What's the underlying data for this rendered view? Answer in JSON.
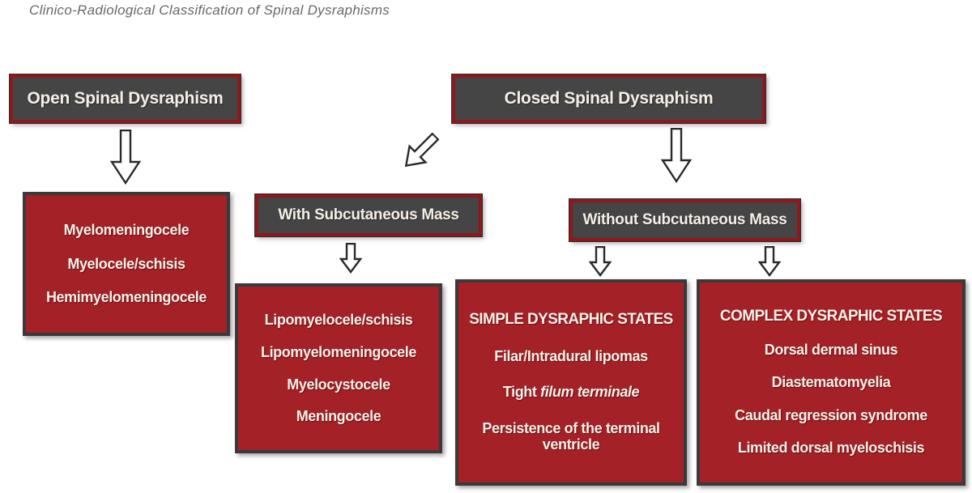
{
  "title": "Clinico-Radiological Classification of Spinal Dysraphisms",
  "colors": {
    "red_box_fill": "#a32127",
    "red_border": "#8e191c",
    "dark_box_fill": "#454545",
    "dark_border": "#3a3a3a",
    "text": "#f5efe6",
    "title_gray": "#686868"
  },
  "icons": {
    "down_arrow": "down-arrow",
    "diagonal_arrow": "diagonal-down-left-arrow"
  },
  "flowchart": {
    "open": {
      "label": "Open Spinal Dysraphism",
      "types": [
        "Myelomeningocele",
        "Myelocele/schisis",
        "Hemimyelomeningocele"
      ]
    },
    "closed": {
      "label": "Closed Spinal Dysraphism",
      "with_mass": {
        "label": "With Subcutaneous Mass",
        "types": [
          "Lipomyelocele/schisis",
          "Lipomyelomeningocele",
          "Myelocystocele",
          "Meningocele"
        ]
      },
      "without_mass": {
        "label": "Without Subcutaneous Mass",
        "simple": {
          "heading": "SIMPLE DYSRAPHIC STATES",
          "items": [
            {
              "text": "Filar/Intradural lipomas"
            },
            {
              "text": "Tight ",
              "italic": "filum terminale"
            },
            {
              "text": "Persistence of the terminal ventricle"
            }
          ]
        },
        "complex": {
          "heading": "COMPLEX DYSRAPHIC STATES",
          "items": [
            {
              "text": "Dorsal dermal sinus"
            },
            {
              "text": "Diastematomyelia"
            },
            {
              "text": "Caudal regression syndrome"
            },
            {
              "text": "Limited dorsal myeloschisis"
            }
          ]
        }
      }
    }
  }
}
